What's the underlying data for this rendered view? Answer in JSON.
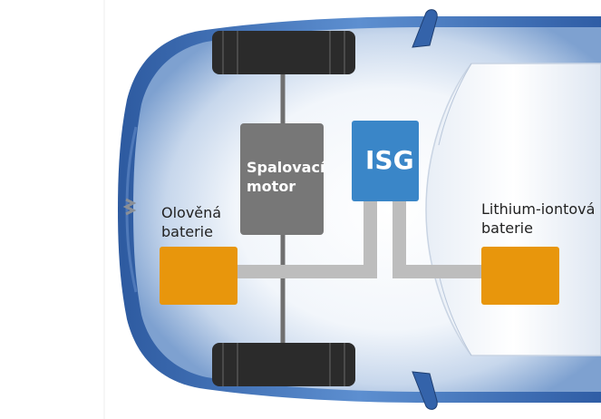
{
  "labels": {
    "engine_line1": "Spalovací",
    "engine_line2": "motor",
    "isg": "ISG",
    "lead_battery_line1": "Olověná",
    "lead_battery_line2": "baterie",
    "lithium_battery_line1": "Lithium-iontová",
    "lithium_battery_line2": "baterie"
  },
  "colors": {
    "engine_box": "#777777",
    "isg_box": "#3a86c8",
    "battery_box": "#e8960c",
    "connector": "#bfbfbf",
    "car_body": "#3f6fb5",
    "tire": "#2d2d2d"
  },
  "icons": {
    "logo": "suzuki-logo-icon"
  }
}
